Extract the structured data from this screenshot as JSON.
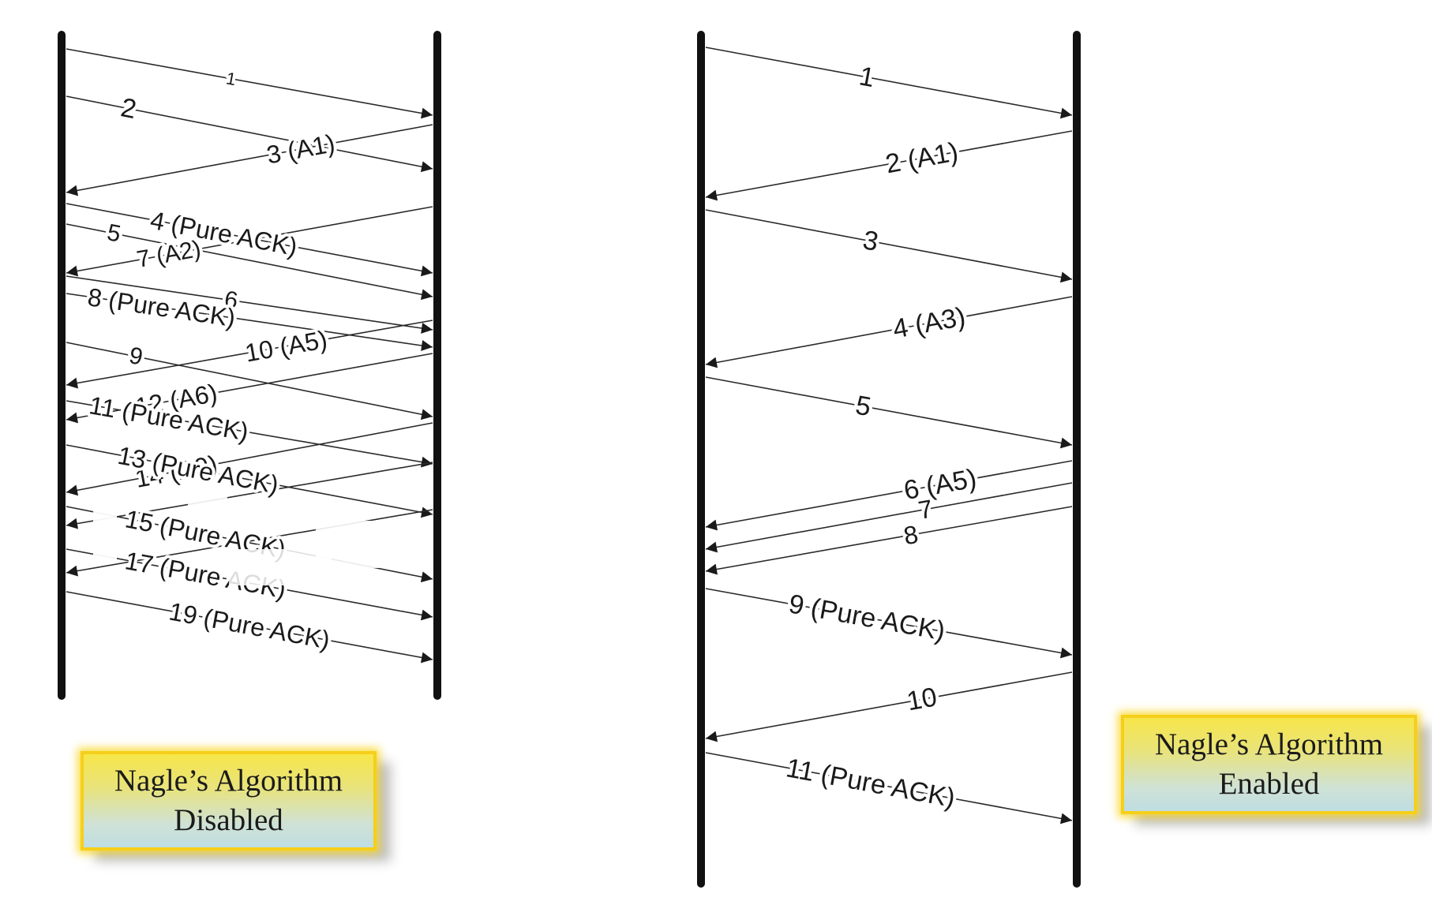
{
  "diagrams": [
    {
      "id": "disabled",
      "caption_lines": [
        "Nagle’s Algorithm",
        "Disabled"
      ],
      "messages": [
        {
          "label": "1",
          "direction": "right"
        },
        {
          "label": "2",
          "direction": "right"
        },
        {
          "label": "3 (A1)",
          "direction": "left"
        },
        {
          "label": "4 (Pure ACK)",
          "direction": "right"
        },
        {
          "label": "5",
          "direction": "right"
        },
        {
          "label": "7 (A2)",
          "direction": "left"
        },
        {
          "label": "6",
          "direction": "right"
        },
        {
          "label": "8 (Pure ACK)",
          "direction": "right"
        },
        {
          "label": "9",
          "direction": "right"
        },
        {
          "label": "10 (A5)",
          "direction": "left"
        },
        {
          "label": "12 (A6)",
          "direction": "left"
        },
        {
          "label": "11 (Pure ACK)",
          "direction": "right"
        },
        {
          "label": "14 (A9)",
          "direction": "left"
        },
        {
          "label": "13 (Pure ACK)",
          "direction": "right"
        },
        {
          "label": "",
          "direction": "left"
        },
        {
          "label": "",
          "direction": "left"
        },
        {
          "label": "15 (Pure ACK)",
          "direction": "right"
        },
        {
          "label": "17 (Pure ACK)",
          "direction": "right"
        },
        {
          "label": "19 (Pure ACK)",
          "direction": "right"
        }
      ]
    },
    {
      "id": "enabled",
      "caption_lines": [
        "Nagle’s Algorithm",
        "Enabled"
      ],
      "messages": [
        {
          "label": "1",
          "direction": "right"
        },
        {
          "label": "2 (A1)",
          "direction": "left"
        },
        {
          "label": "3",
          "direction": "right"
        },
        {
          "label": "4 (A3)",
          "direction": "left"
        },
        {
          "label": "5",
          "direction": "right"
        },
        {
          "label": "6 (A5)",
          "direction": "left"
        },
        {
          "label": "7",
          "direction": "left"
        },
        {
          "label": "8",
          "direction": "left"
        },
        {
          "label": "9 (Pure ACK)",
          "direction": "right"
        },
        {
          "label": "10",
          "direction": "left"
        },
        {
          "label": "11 (Pure ACK)",
          "direction": "right"
        }
      ]
    }
  ],
  "colors": {
    "lifeline": "#111111",
    "arrow": "#2a2a2a",
    "caption_border": "#f5cf1a"
  }
}
